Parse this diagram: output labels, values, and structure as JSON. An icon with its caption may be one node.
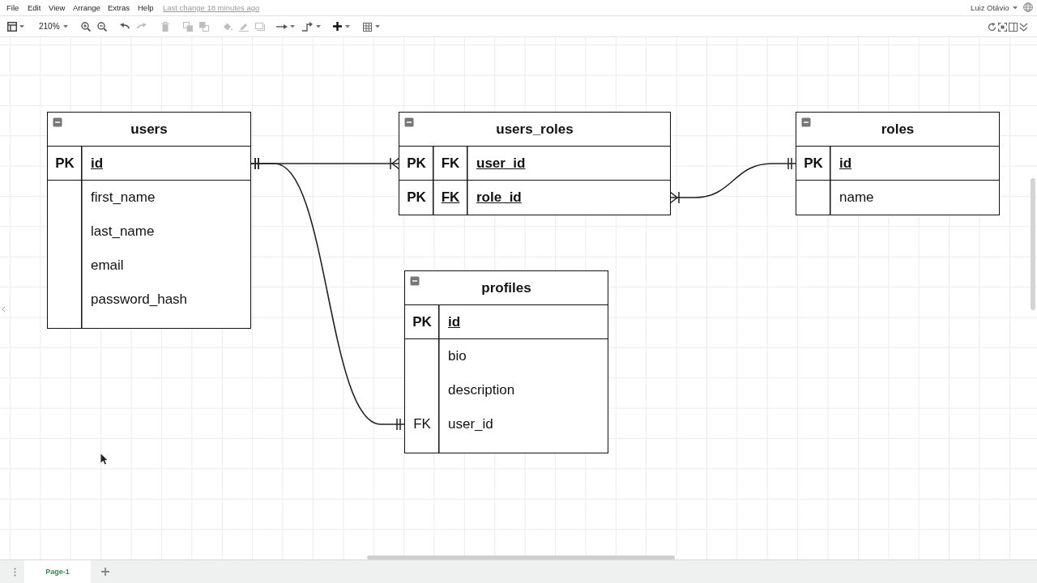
{
  "diagram": {
    "nodes": [
      {
        "text": [
          "users"
        ]
      },
      {
        "text": [
          "PK",
          "id"
        ],
        "in": 0
      },
      {
        "text": [
          "first_name"
        ],
        "in": 0
      },
      {
        "text": [
          "last_name"
        ],
        "in": 0
      },
      {
        "text": [
          "email"
        ],
        "in": 0
      },
      {
        "text": [
          "password_hash"
        ],
        "in": 0
      },
      {
        "text": [
          "users_roles"
        ]
      },
      {
        "text": [
          "PK",
          "FK",
          "user_id"
        ],
        "in": 6
      },
      {
        "text": [
          "PK",
          "FK",
          "role_id"
        ],
        "in": 6
      },
      {
        "text": [
          "roles"
        ]
      },
      {
        "text": [
          "PK",
          "id"
        ],
        "in": 9
      },
      {
        "text": [
          "name"
        ],
        "in": 9
      },
      {
        "text": [
          "profiles"
        ]
      },
      {
        "text": [
          "PK",
          "id"
        ],
        "in": 12
      },
      {
        "text": [
          "bio"
        ],
        "in": 12
      },
      {
        "text": [
          "description"
        ],
        "in": 12
      },
      {
        "text": [
          "FK",
          "user_id"
        ],
        "in": 12
      }
    ],
    "edges": [
      {
        "from": 1,
        "to": 7,
        "arrow": "other"
      },
      {
        "from": 10,
        "to": 8,
        "arrow": "other"
      },
      {
        "from": 1,
        "to": 16,
        "arrow": "other"
      }
    ],
    "labels": [
      "File",
      "Edit",
      "View",
      "Arrange",
      "Extras",
      "Help",
      "Last change 18 minutes ago",
      "Luiz Otávio",
      "210%",
      "Page-1"
    ]
  }
}
